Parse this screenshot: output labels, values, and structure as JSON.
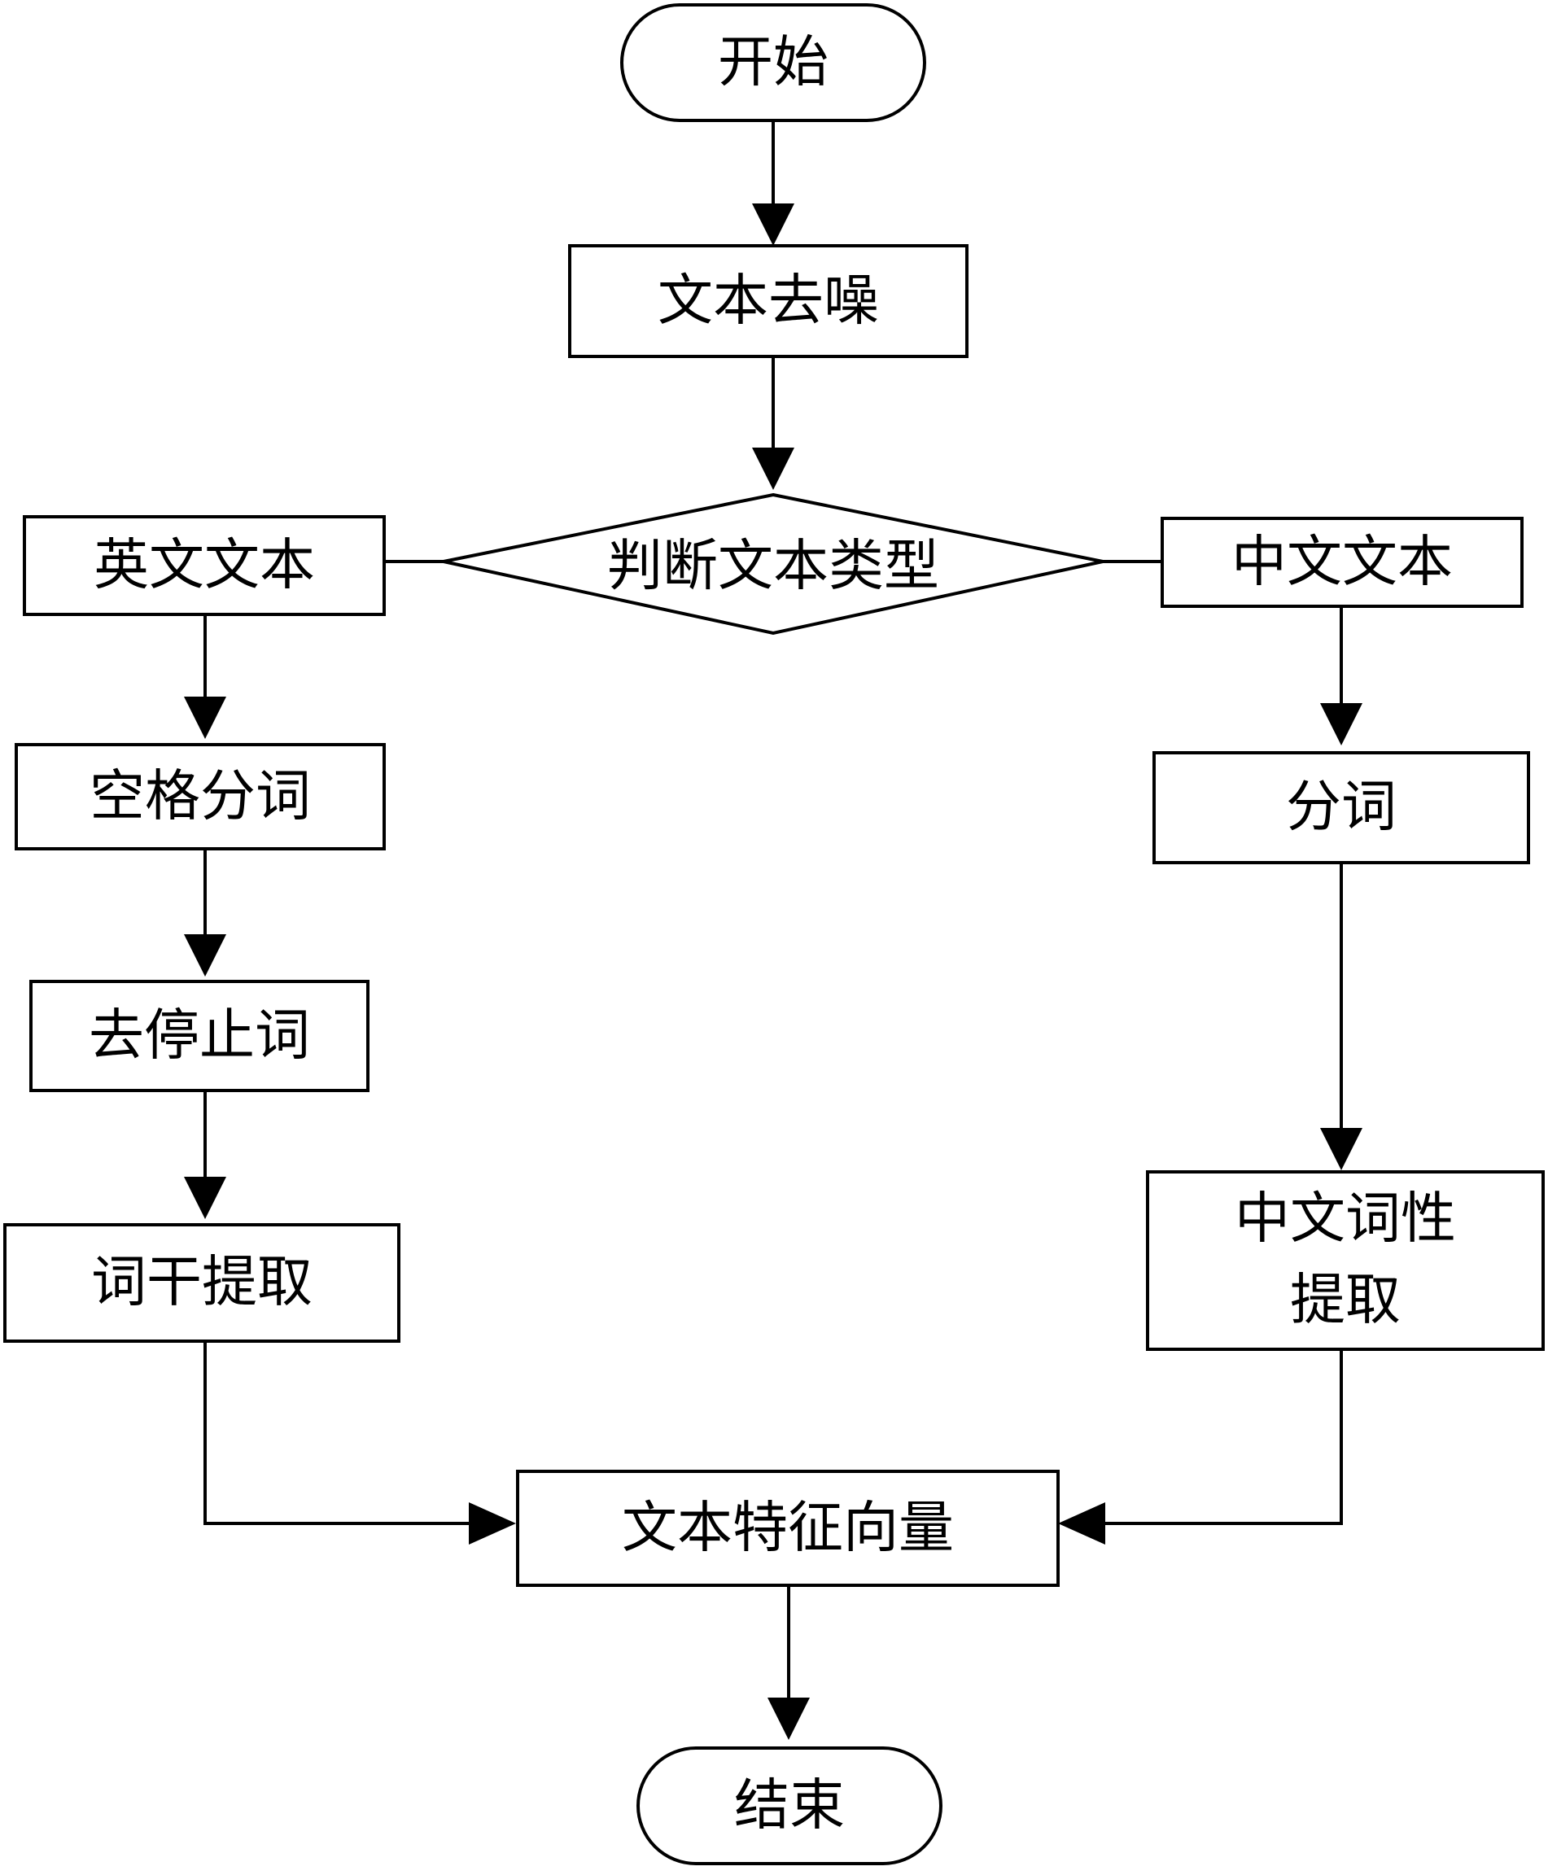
{
  "diagram": {
    "nodes": {
      "start": "开始",
      "denoise": "文本去噪",
      "decision": "判断文本类型",
      "english": "英文文本",
      "space_tokenize": "空格分词",
      "stopwords": "去停止词",
      "stemming": "词干提取",
      "chinese": "中文文本",
      "segment": "分词",
      "pos_line1": "中文词性",
      "pos_line2": "提取",
      "feature_vector": "文本特征向量",
      "end": "结束"
    }
  }
}
